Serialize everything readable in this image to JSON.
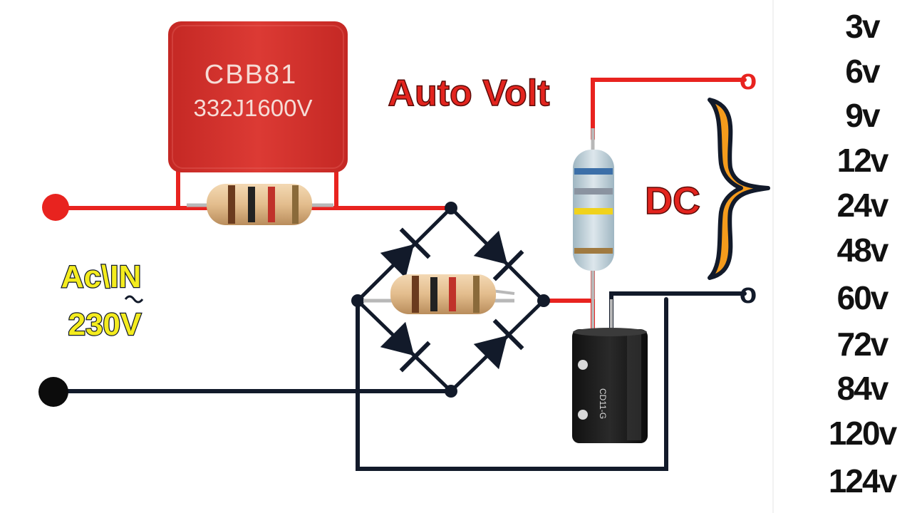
{
  "capacitor_film": {
    "line1": "CBB81",
    "line2": "332J1600V"
  },
  "title": "Auto Volt",
  "input_label": {
    "line1": "Ac\\IN",
    "line2": "230V"
  },
  "output_label": "DC",
  "terminal_symbol": "o",
  "electrolytic_cap_text": "CD11-G",
  "voltages": [
    "3v",
    "6v",
    "9v",
    "12v",
    "24v",
    "48v",
    "60v",
    "72v",
    "84v",
    "120v",
    "124v"
  ],
  "colors": {
    "wire_positive": "#e8231f",
    "wire_negative": "#121a2a",
    "capacitor_red": "#d6312d",
    "brace": "#f59b1c",
    "title_red": "#e3241e",
    "input_label_yellow": "#f4ec1e"
  }
}
